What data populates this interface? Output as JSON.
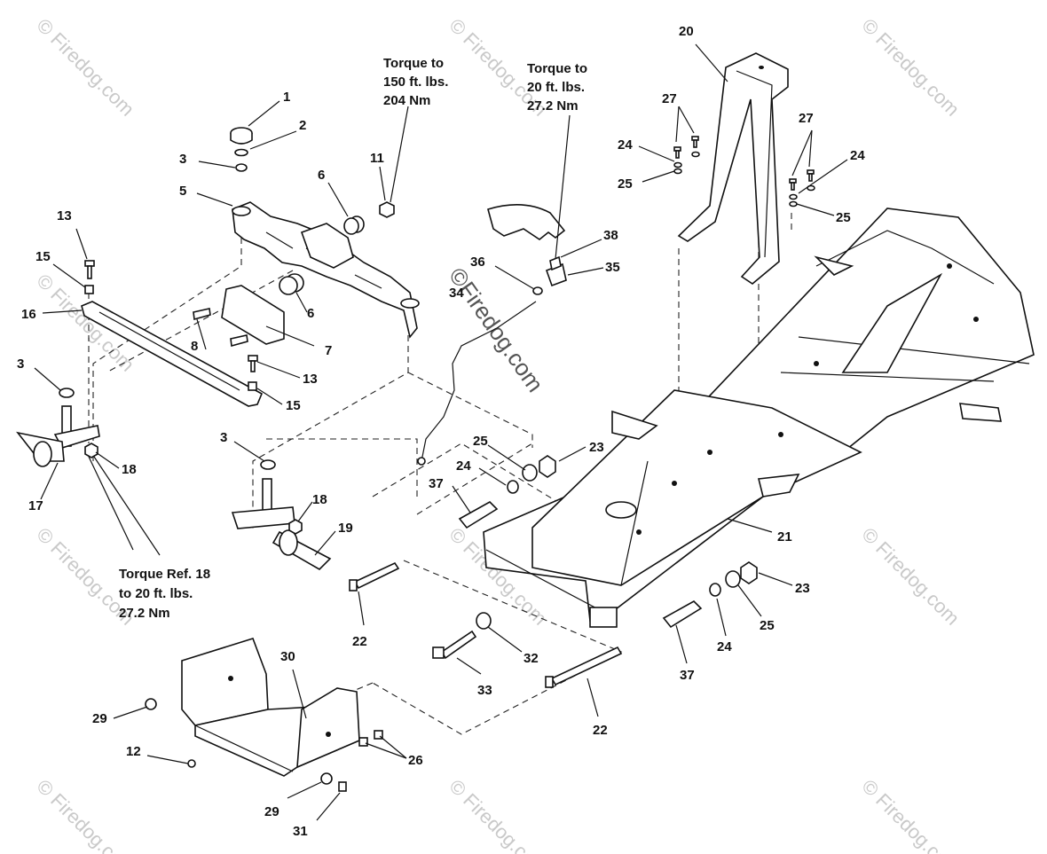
{
  "watermark": {
    "text": "© Firedog.com",
    "center_text": "©Firedog.com"
  },
  "callouts": {
    "c1": "1",
    "c2": "2",
    "c3a": "3",
    "c3b": "3",
    "c3c": "3",
    "c5": "5",
    "c6a": "6",
    "c6b": "6",
    "c7": "7",
    "c8": "8",
    "c11": "11",
    "c12": "12",
    "c13a": "13",
    "c13b": "13",
    "c15a": "15",
    "c15b": "15",
    "c16": "16",
    "c17": "17",
    "c18a": "18",
    "c18b": "18",
    "c19": "19",
    "c20": "20",
    "c21": "21",
    "c22a": "22",
    "c22b": "22",
    "c23a": "23",
    "c23b": "23",
    "c24a": "24",
    "c24b": "24",
    "c24c": "24",
    "c24d": "24",
    "c25a": "25",
    "c25b": "25",
    "c25c": "25",
    "c25d": "25",
    "c26": "26",
    "c27a": "27",
    "c27b": "27",
    "c29a": "29",
    "c29b": "29",
    "c30": "30",
    "c31": "31",
    "c32": "32",
    "c33": "33",
    "c34": "34",
    "c35": "35",
    "c36": "36",
    "c37a": "37",
    "c37b": "37",
    "c38": "38"
  },
  "notes": {
    "torque_150": [
      "Torque to",
      "150 ft. lbs.",
      "204 Nm"
    ],
    "torque_20": [
      "Torque to",
      "20 ft. lbs.",
      "27.2 Nm"
    ],
    "torque_ref18": [
      "Torque Ref. 18",
      "to 20 ft. lbs.",
      "27.2 Nm"
    ]
  }
}
